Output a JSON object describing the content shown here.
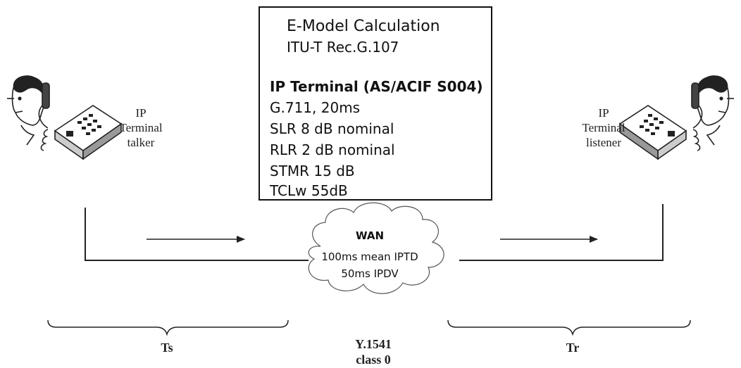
{
  "info_box": {
    "header_lines": [
      "E-Model Calculation",
      "ITU-T Rec.G.107"
    ],
    "terminal_title": "IP Terminal (AS/ACIF S004)",
    "params": [
      "G.711, 20ms",
      "SLR 8 dB nominal",
      "RLR 2 dB nominal",
      "STMR 15 dB",
      "TCLw 55dB"
    ]
  },
  "talker": {
    "lines": [
      "IP",
      "Terminal",
      "talker"
    ]
  },
  "listener": {
    "lines": [
      "IP",
      "Terminal",
      "listener"
    ]
  },
  "wan": {
    "title": "WAN",
    "line1": "100ms mean IPTD",
    "line2": "50ms IPDV"
  },
  "segments": {
    "send": "Ts",
    "receive": "Tr"
  },
  "network_class": {
    "line1": "Y.1541",
    "line2": "class 0"
  },
  "icons": {
    "left_person": "person-on-phone-icon",
    "right_person": "person-on-phone-icon",
    "phone": "desk-telephone-icon",
    "cloud": "cloud-icon"
  }
}
